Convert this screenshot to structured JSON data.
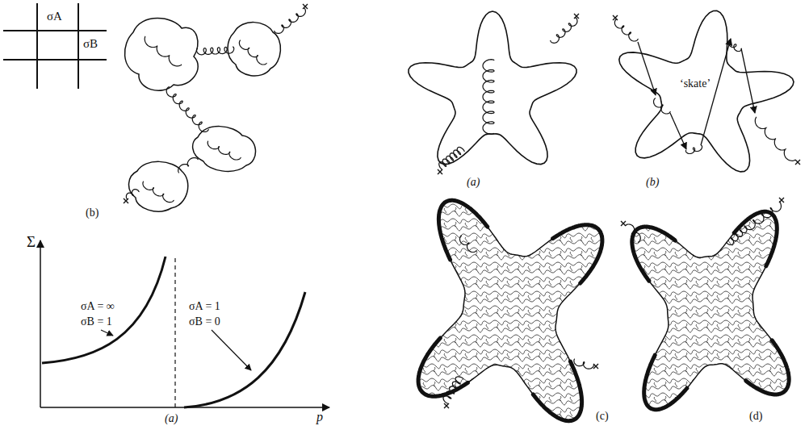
{
  "diagram": {
    "labels": [
      "σA",
      "σB",
      "(b)",
      "Σ",
      "σA = ∞",
      "σB = 1",
      "σA = 1",
      "σB = 0",
      "p",
      "(a)",
      "(a)",
      "(b)",
      "‘skate’",
      "(c)",
      "(d)"
    ]
  }
}
